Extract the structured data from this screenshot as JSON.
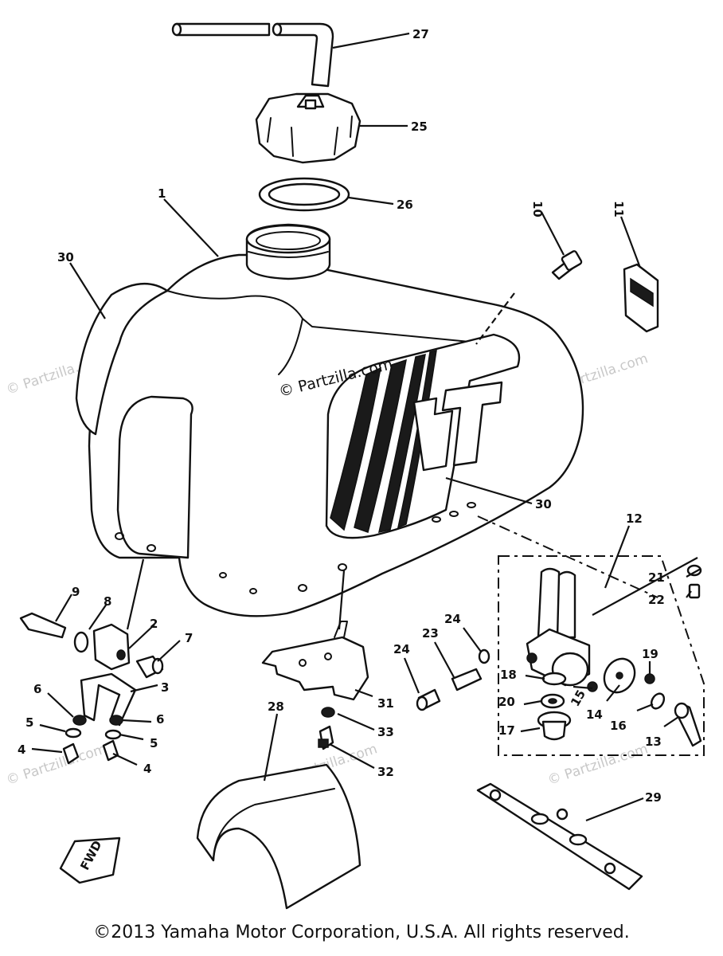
{
  "watermark": {
    "center": "© Partzilla.com",
    "repeat": "© Partzilla.com"
  },
  "tank_graphic_text": "IT",
  "fwd_label": "FWD",
  "copyright": "©2013 Yamaha Motor Corporation, U.S.A. All rights reserved.",
  "callouts": {
    "c1": "1",
    "c2": "2",
    "c3": "3",
    "c4a": "4",
    "c4b": "4",
    "c5a": "5",
    "c5b": "5",
    "c6a": "6",
    "c6b": "6",
    "c7": "7",
    "c8": "8",
    "c9": "9",
    "c10": "10",
    "c11": "11",
    "c12": "12",
    "c13": "13",
    "c14": "14",
    "c15": "15",
    "c16": "16",
    "c17": "17",
    "c18": "18",
    "c19": "19",
    "c20": "20",
    "c21": "21",
    "c22": "22",
    "c23": "23",
    "c24a": "24",
    "c24b": "24",
    "c25": "25",
    "c26": "26",
    "c27": "27",
    "c28": "28",
    "c29": "29",
    "c30a": "30",
    "c30b": "30",
    "c31": "31",
    "c32": "32",
    "c33": "33"
  }
}
